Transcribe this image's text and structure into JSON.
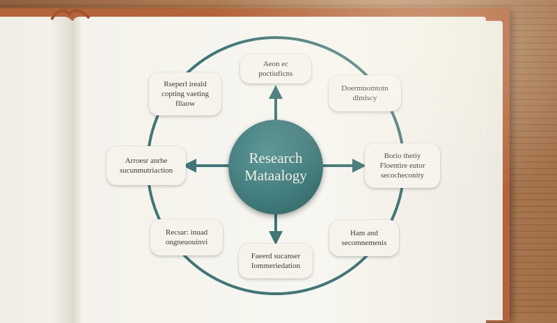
{
  "diagram": {
    "center": {
      "label": "Research\nMataalogy"
    },
    "nodes": [
      {
        "id": "top",
        "label": "Aeon ec poctiuficns"
      },
      {
        "id": "top-right",
        "label": "Doermnomtotn\ndlmlscy"
      },
      {
        "id": "right",
        "label": "Borio thetiy\nFloentire eutor\nsecocheconity"
      },
      {
        "id": "bottom-right",
        "label": "Ham and\nsecomnemenis"
      },
      {
        "id": "bottom",
        "label": "Faeerd sucanser\nIommeriedation"
      },
      {
        "id": "bottom-left",
        "label": "Recsar: inuad\nongneuouinvi"
      },
      {
        "id": "left",
        "label": "Arroesr anrhe\nsucunmutriaction"
      },
      {
        "id": "top-left",
        "label": "Rseperl ireald\ncopting vaeting\nfllaow"
      }
    ],
    "colors": {
      "accent": "#3f7676",
      "node_bg": "#f5f3ec",
      "book_cover": "#b4643a"
    }
  }
}
